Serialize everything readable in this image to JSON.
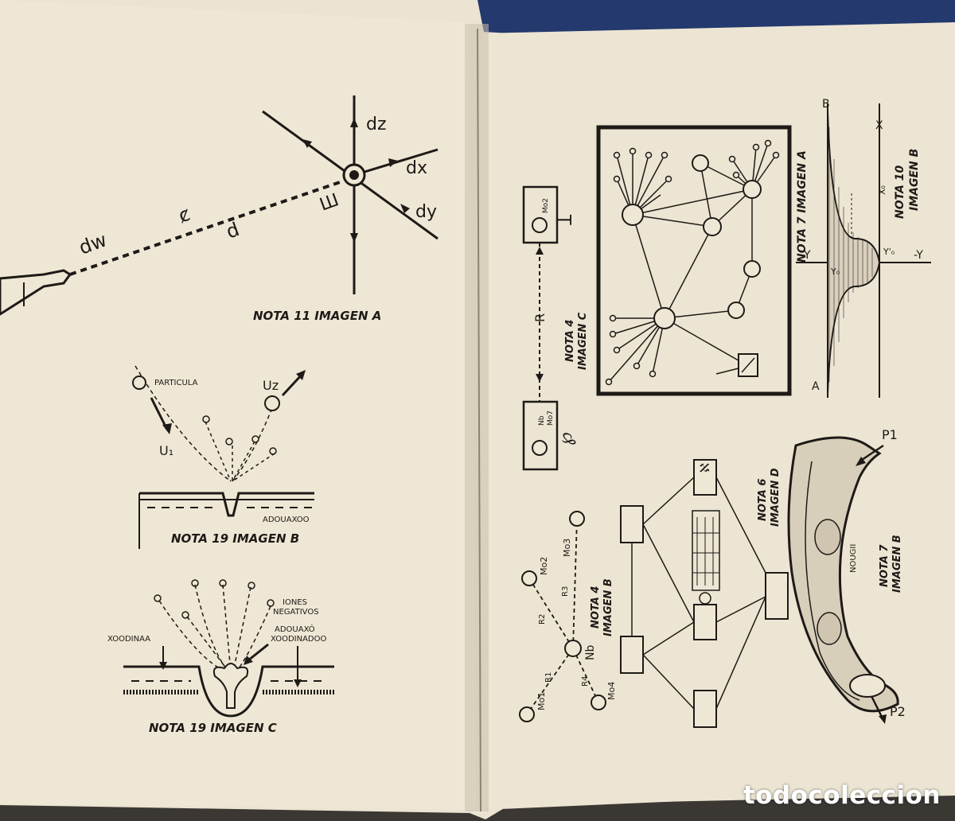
{
  "left_page": {
    "fig_a": {
      "caption": "NOTA 11 IMAGEN A",
      "labels": [
        "dz",
        "dx",
        "dy",
        "dw",
        "ȼ",
        "d",
        "Ш"
      ]
    },
    "fig_b": {
      "caption": "NOTA 19 IMAGEN B",
      "labels": [
        "PARTICULA",
        "Uz",
        "U₁",
        "ADOUAXOO"
      ]
    },
    "fig_c": {
      "caption": "NOTA 19 IMAGEN C",
      "labels": [
        "IONES",
        "NEGATIVOS",
        "ADOUAXÓ",
        "XOODINADOO",
        "XOODINAA"
      ]
    }
  },
  "right_page": {
    "nota4c": {
      "caption_line1": "NOTA 4",
      "caption_line2": "IMAGEN C",
      "labels": [
        "Mo2",
        "Nb",
        "Mo7",
        "R",
        "℘",
        "Ʇ"
      ]
    },
    "nota4b": {
      "caption_line1": "NOTA 4",
      "caption_line2": "IMAGEN B",
      "labels": [
        "Mo1",
        "Mo2",
        "Mo3",
        "Mo4",
        "Nb",
        "R1",
        "R2",
        "R3",
        "R4"
      ]
    },
    "nota7a": {
      "caption": "NOTA 7 IMAGEN A"
    },
    "nota10b": {
      "caption_line1": "NOTA 10",
      "caption_line2": "IMAGEN B",
      "labels": [
        "B",
        "A",
        "X",
        "Y",
        "-Y",
        "X₀",
        "Y₀",
        "Y'₀"
      ]
    },
    "nota6d": {
      "caption_line1": "NOTA 6",
      "caption_line2": "IMAGEN D",
      "labels": [
        "P1",
        "P2",
        "NOUGII"
      ]
    },
    "nota7b": {
      "caption_line1": "NOTA 7",
      "caption_line2": "IMAGEN B"
    }
  },
  "watermark": "todocoleccion"
}
